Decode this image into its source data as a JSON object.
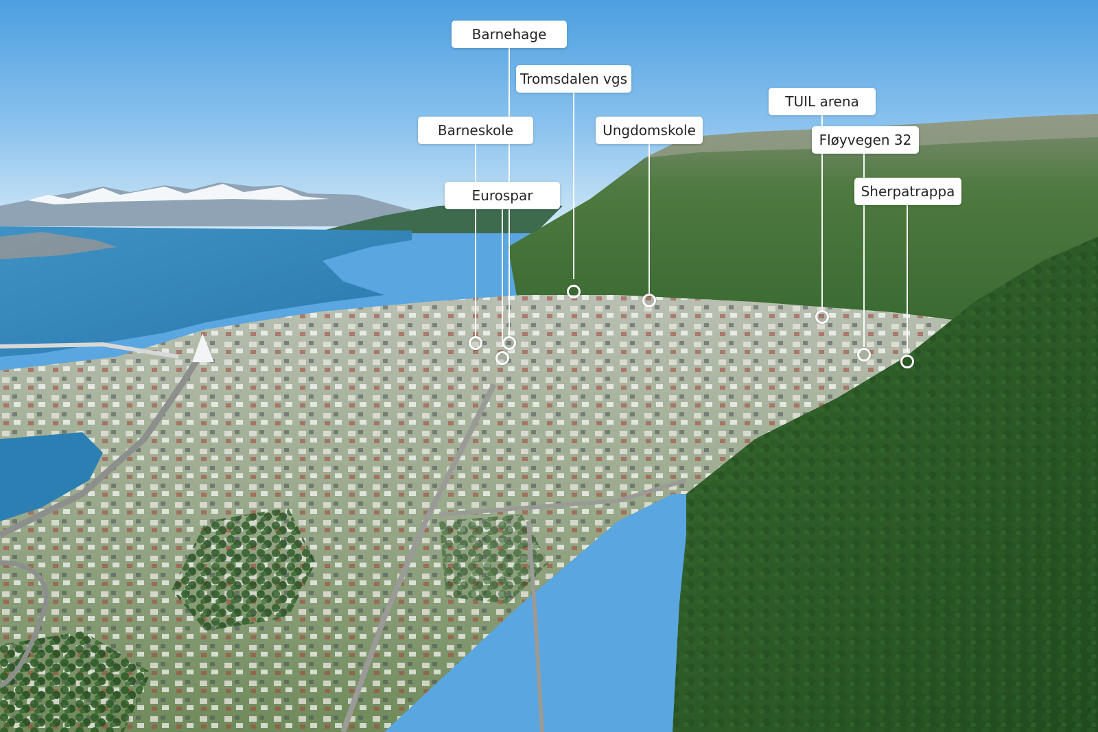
{
  "photo": {
    "subject": "aerial-residential-valley",
    "palette": {
      "sky_top": "#58a8e6",
      "sky_horizon": "#cfe7f7",
      "fjord": "#2f86b8",
      "forest": "#2f5a2a",
      "mountain": "#4d7a3f",
      "roofs": "#d9d7cf"
    }
  },
  "callouts": [
    {
      "id": "barnehage",
      "label": "Barnehage"
    },
    {
      "id": "tromsdalen-vgs",
      "label": "Tromsdalen vgs"
    },
    {
      "id": "barneskole",
      "label": "Barneskole"
    },
    {
      "id": "ungdomskole",
      "label": "Ungdomskole"
    },
    {
      "id": "eurospar",
      "label": "Eurospar"
    },
    {
      "id": "tuil-arena",
      "label": "TUIL arena"
    },
    {
      "id": "floyvegen-32",
      "label": "Fløyvegen 32"
    },
    {
      "id": "sherpatrappa",
      "label": "Sherpatrappa"
    }
  ]
}
